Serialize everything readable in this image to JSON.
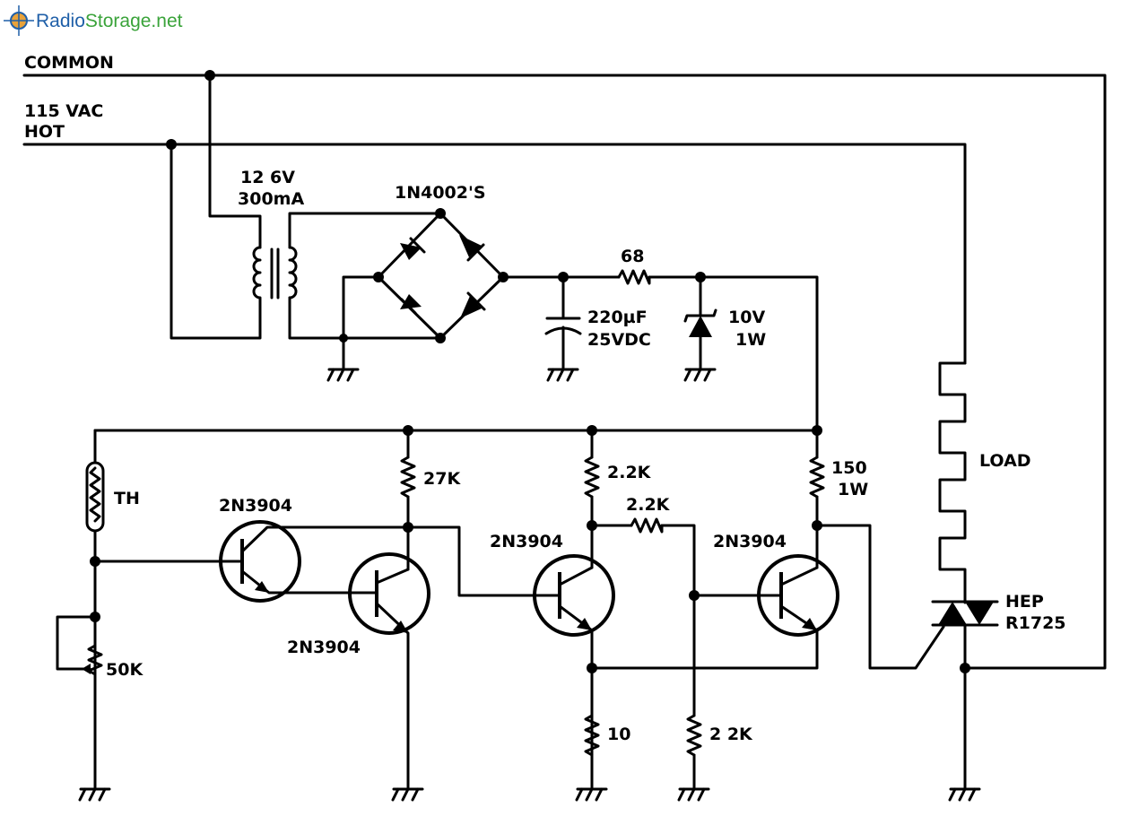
{
  "watermark": {
    "text_left": "Radio",
    "text_right": "Storage.net",
    "color_left": "#1f5fa8",
    "color_right": "#3aa33a"
  },
  "lines": {
    "common": "COMMON",
    "hot_1": "115 VAC",
    "hot_2": "HOT"
  },
  "transformer": {
    "voltage": "12 6V",
    "current": "300mA"
  },
  "bridge": {
    "diodes": "1N4002'S"
  },
  "filter": {
    "resistor": "68",
    "cap_value": "220µF",
    "cap_voltage": "25VDC",
    "zener_voltage": "10V",
    "zener_power": "1W"
  },
  "sensor": {
    "thermistor": "TH",
    "pot": "50K"
  },
  "transistors": {
    "q1": "2N3904",
    "q2": "2N3904",
    "q3": "2N3904",
    "q4": "2N3904"
  },
  "resistors": {
    "r_27k": "27K",
    "r_2k2_a": "2.2K",
    "r_2k2_b": "2.2K",
    "r_150_value": "150",
    "r_150_power": "1W",
    "r_10": "10",
    "r_2k2_c": "2 2K"
  },
  "load": "LOAD",
  "triac": {
    "line1": "HEP",
    "line2": "R1725"
  }
}
